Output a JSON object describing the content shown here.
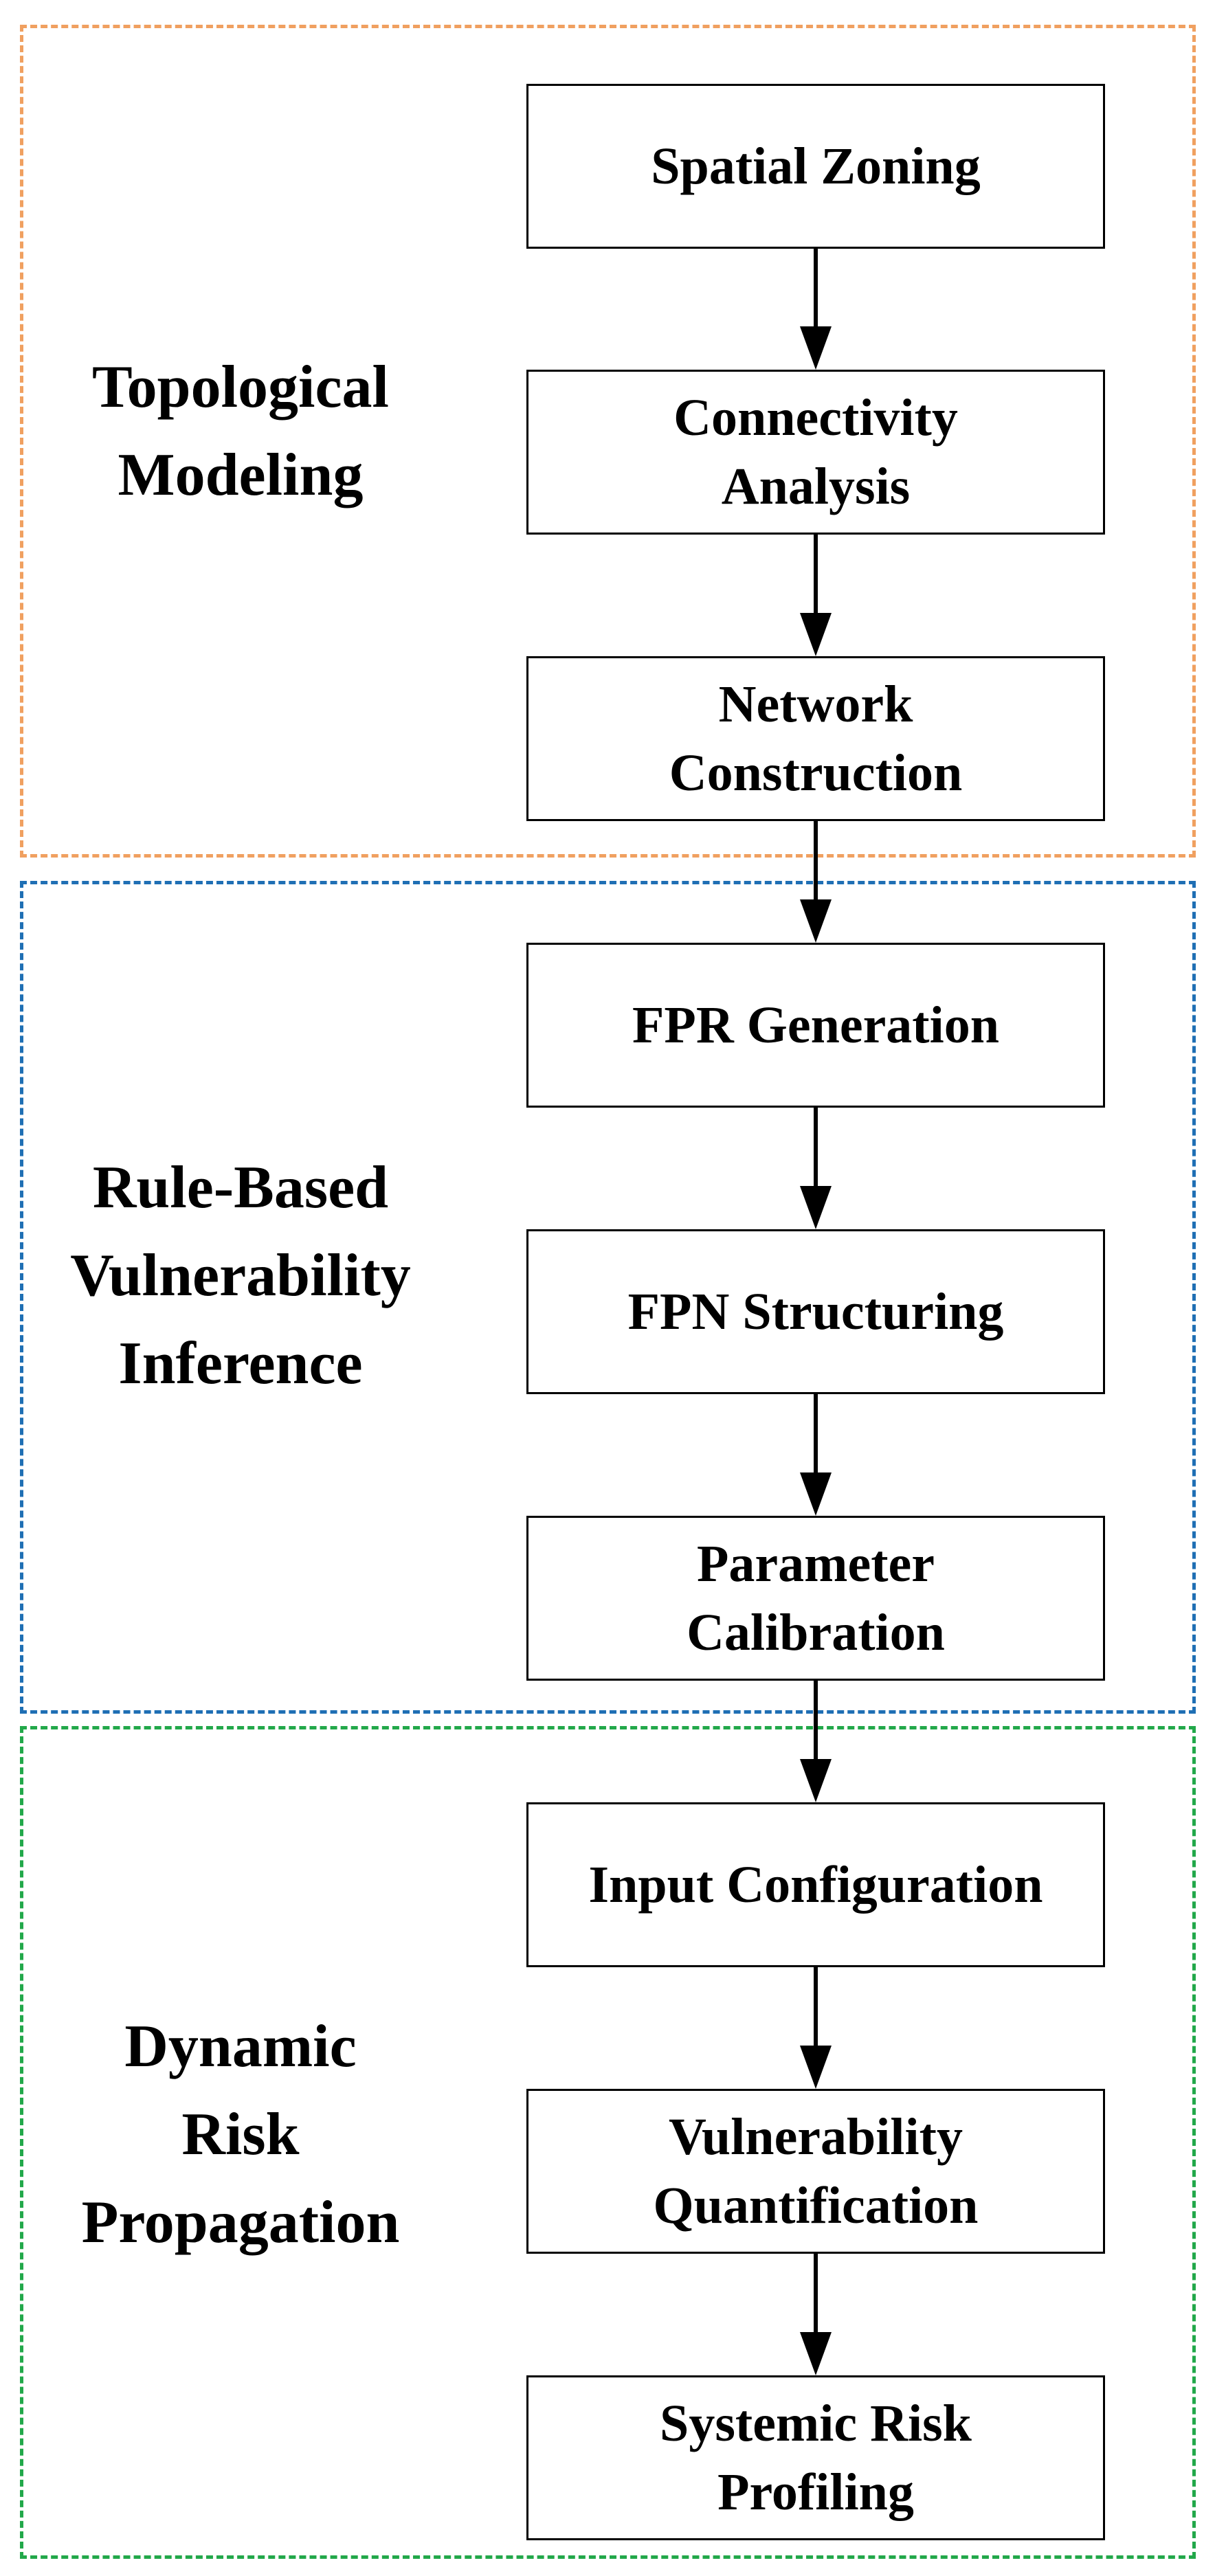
{
  "colors": {
    "topological": "#F0A060",
    "rule_based": "#1F6FB4",
    "dynamic": "#22A84A",
    "line": "#000000"
  },
  "groups": [
    {
      "label": "Topological\nModeling",
      "steps": [
        "Spatial Zoning",
        "Connectivity\nAnalysis",
        "Network\nConstruction"
      ]
    },
    {
      "label": "Rule-Based\nVulnerability\nInference",
      "steps": [
        "FPR Generation",
        "FPN Structuring",
        "Parameter\nCalibration"
      ]
    },
    {
      "label": "Dynamic\nRisk\nPropagation",
      "steps": [
        "Input Configuration",
        "Vulnerability\nQuantification",
        "Systemic Risk\nProfiling"
      ]
    }
  ]
}
